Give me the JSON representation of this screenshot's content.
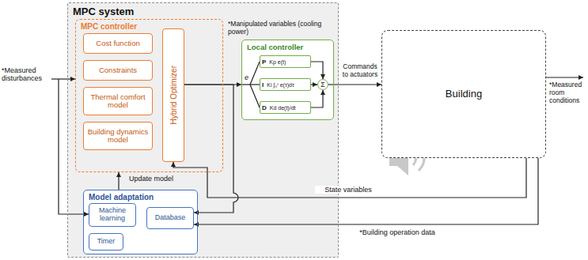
{
  "diagram": {
    "nodes": [
      {
        "text": [
          "MPC system"
        ]
      },
      {
        "text": [
          "MPC controller"
        ],
        "in": 0
      },
      {
        "text": [
          "Cost function"
        ],
        "in": 1
      },
      {
        "text": [
          "Constraints"
        ],
        "in": 1
      },
      {
        "text": [
          "Thermal comfort model"
        ],
        "in": 1
      },
      {
        "text": [
          "Building dynamics model"
        ],
        "in": 1
      },
      {
        "text": [
          "Hybrid Optimizer"
        ],
        "in": 1
      },
      {
        "text": [
          "Local controller"
        ],
        "in": 0
      },
      {
        "text": [
          "P",
          "Kp e(t)"
        ],
        "in": 7
      },
      {
        "text": [
          "I",
          "Ki ∫₀ᵗ e(τ)dτ"
        ],
        "in": 7
      },
      {
        "text": [
          "D",
          "Kd de(t)/dt"
        ],
        "in": 7
      },
      {
        "text": [
          "Σ"
        ],
        "in": 7
      },
      {
        "text": [
          "Model adaptation"
        ],
        "in": 0
      },
      {
        "text": [
          "Machine learning"
        ],
        "in": 12
      },
      {
        "text": [
          "Database"
        ],
        "in": 12
      },
      {
        "text": [
          "Timer"
        ],
        "in": 12
      },
      {
        "text": [
          "Building"
        ]
      }
    ],
    "edges": [
      {
        "from": 6,
        "to": 7,
        "arrow": "to"
      },
      {
        "from": 6,
        "to": 14,
        "arrow": "to"
      },
      {
        "from": 8,
        "to": 11,
        "arrow": "to"
      },
      {
        "from": 9,
        "to": 11,
        "arrow": "to"
      },
      {
        "from": 10,
        "to": 11,
        "arrow": "to"
      },
      {
        "from": 7,
        "to": 16,
        "label": "Commands to actuators",
        "arrow": "to"
      },
      {
        "from": 12,
        "to": 1,
        "label": "Update model",
        "arrow": "to"
      },
      {
        "from": 16,
        "to": 6,
        "label": "State variables",
        "arrow": "to"
      },
      {
        "from": 16,
        "to": 14,
        "label": "*Building operation data",
        "arrow": "to"
      }
    ],
    "labels": [
      "*Measured disturbances",
      "*Manipulated variables (cooling power)",
      "e",
      "*Measured room conditions"
    ]
  }
}
